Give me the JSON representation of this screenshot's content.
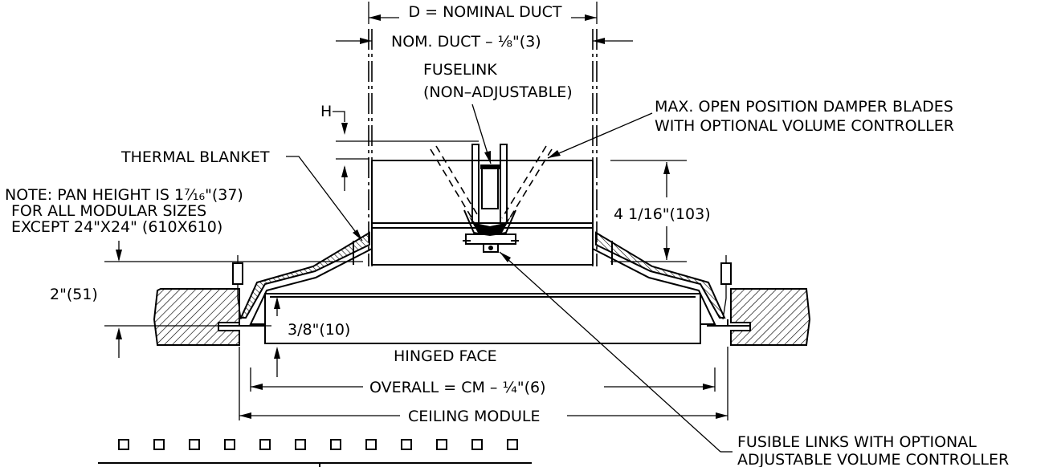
{
  "labels": {
    "nominal_duct": "D = NOMINAL DUCT",
    "nom_duct_minus": "NOM. DUCT – ⅛\"(3)",
    "fuselink_line1": "FUSELINK",
    "fuselink_line2": "(NON–ADJUSTABLE)",
    "max_open_line1": "MAX. OPEN POSITION DAMPER BLADES",
    "max_open_line2": "WITH OPTIONAL VOLUME CONTROLLER",
    "h_label": "H",
    "thermal_blanket": "THERMAL BLANKET",
    "note_line1": "NOTE: PAN HEIGHT IS 1⁷⁄₁₆\"(37)",
    "note_line2": "FOR ALL MODULAR SIZES",
    "note_line3": "EXCEPT 24\"X24\" (610X610)",
    "dim_4_1_16": "4 1/16\"(103)",
    "dim_2": "2\"(51)",
    "dim_3_8": "3/8\"(10)",
    "hinged_face": "HINGED FACE",
    "overall": "OVERALL = CM – ¼\"(6)",
    "ceiling_module": "CEILING MODULE",
    "fusible_line1": "FUSIBLE LINKS WITH OPTIONAL",
    "fusible_line2": "ADJUSTABLE VOLUME CONTROLLER"
  }
}
